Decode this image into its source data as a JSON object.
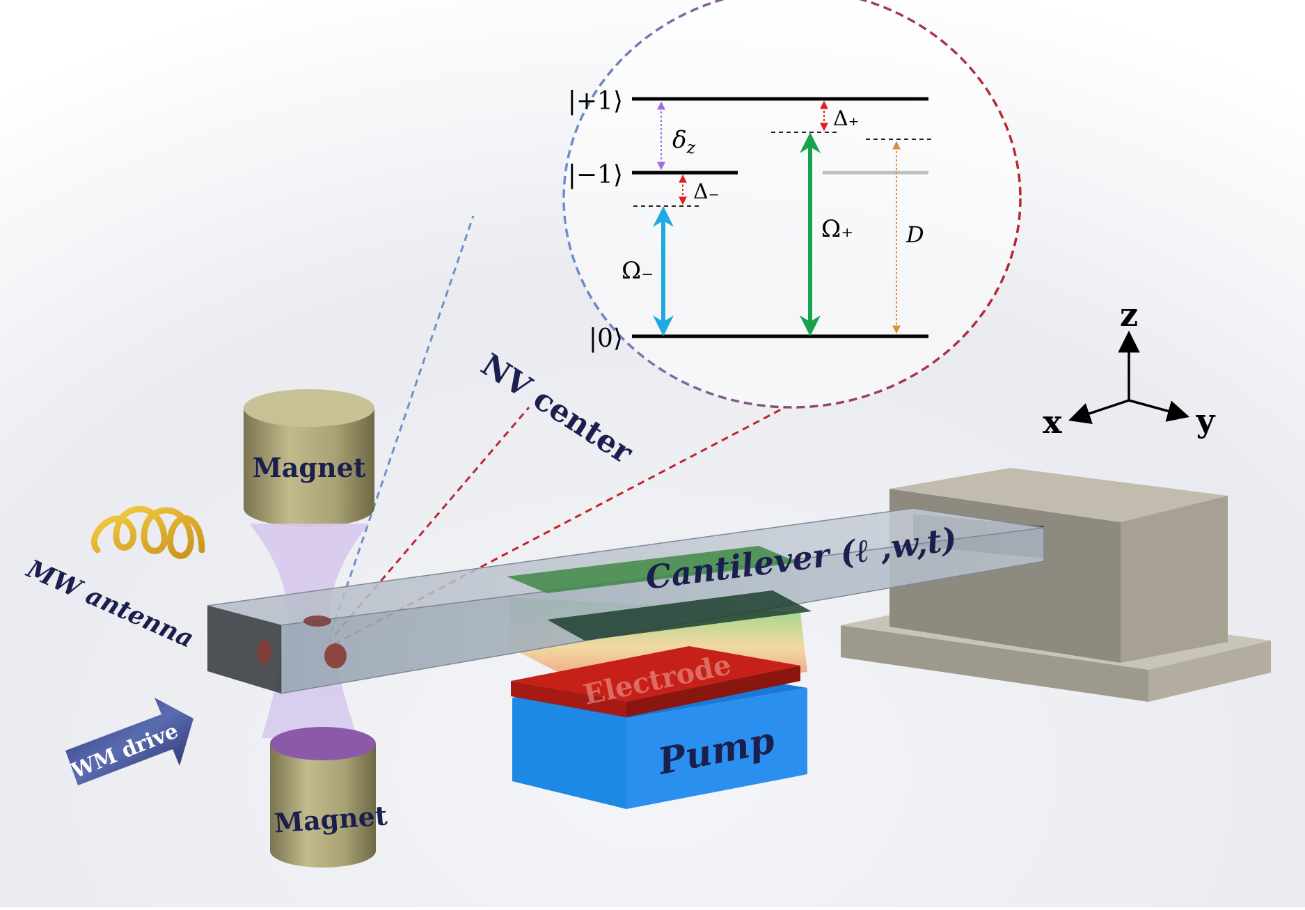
{
  "labels": {
    "nv_center": "NV center",
    "cantilever": "Cantilever (ℓ ,w,t)",
    "magnet_top": "Magnet",
    "magnet_bottom": "Magnet",
    "mw_antenna": "MW antenna",
    "wm_drive": "WM drive",
    "electrode": "Electrode",
    "pump": "Pump"
  },
  "axes": {
    "z": "z",
    "x": "x",
    "y": "y"
  },
  "energy_levels": {
    "plus1": "|+1⟩",
    "minus1": "|−1⟩",
    "zero": "|0⟩",
    "delta_z": "δ",
    "delta_z_sub": "z",
    "Delta_plus": "Δ₊",
    "Delta_minus": "Δ₋",
    "Omega_minus": "Ω₋",
    "Omega_plus": "Ω₊",
    "D": "D"
  },
  "colors": {
    "omega_minus": "#1ea9e1",
    "omega_plus": "#16a34a",
    "delta_red": "#e02020",
    "delta_z": "#a36be0",
    "D": "#e08a3c",
    "label_navy": "#1b1f4d",
    "electrode": "#d42a22",
    "pump": "#1e88e5",
    "magnet": "#9c9566",
    "mount": "#8e8a80"
  }
}
